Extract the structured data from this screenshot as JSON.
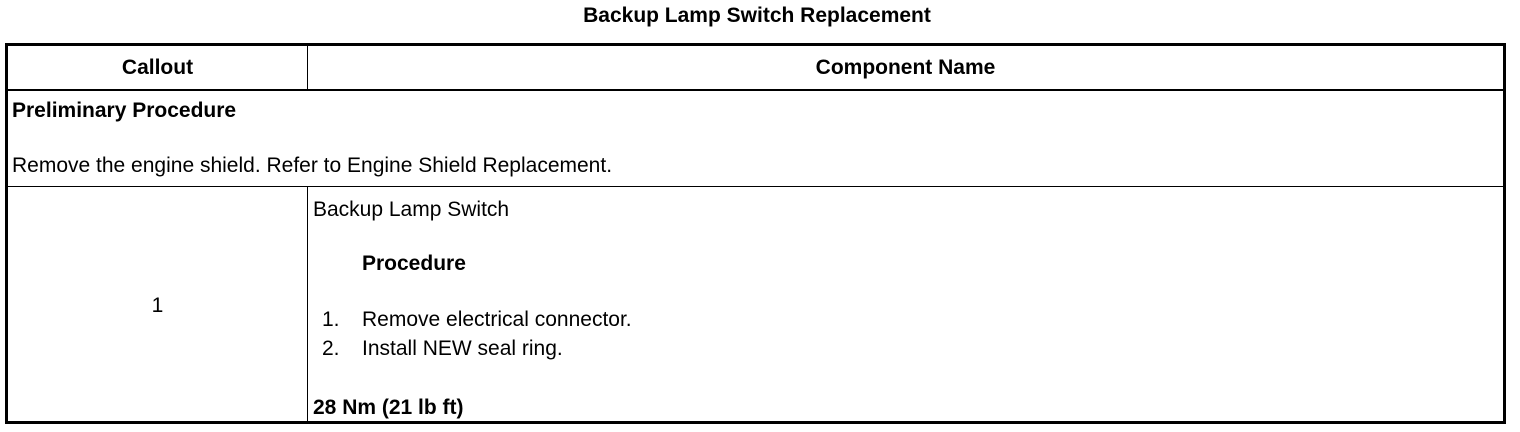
{
  "document": {
    "title": "Backup Lamp Switch Replacement"
  },
  "table": {
    "headers": {
      "callout": "Callout",
      "component_name": "Component Name"
    },
    "preliminary": {
      "heading": "Preliminary Procedure",
      "text": "Remove the engine shield. Refer to Engine Shield Replacement."
    },
    "rows": [
      {
        "callout": "1",
        "component_name": "Backup Lamp Switch",
        "procedure_heading": "Procedure",
        "steps": [
          {
            "number": "1.",
            "text": "Remove electrical connector."
          },
          {
            "number": "2.",
            "text": "Install NEW seal ring."
          }
        ],
        "torque": "28 Nm (21 lb ft)"
      }
    ]
  }
}
